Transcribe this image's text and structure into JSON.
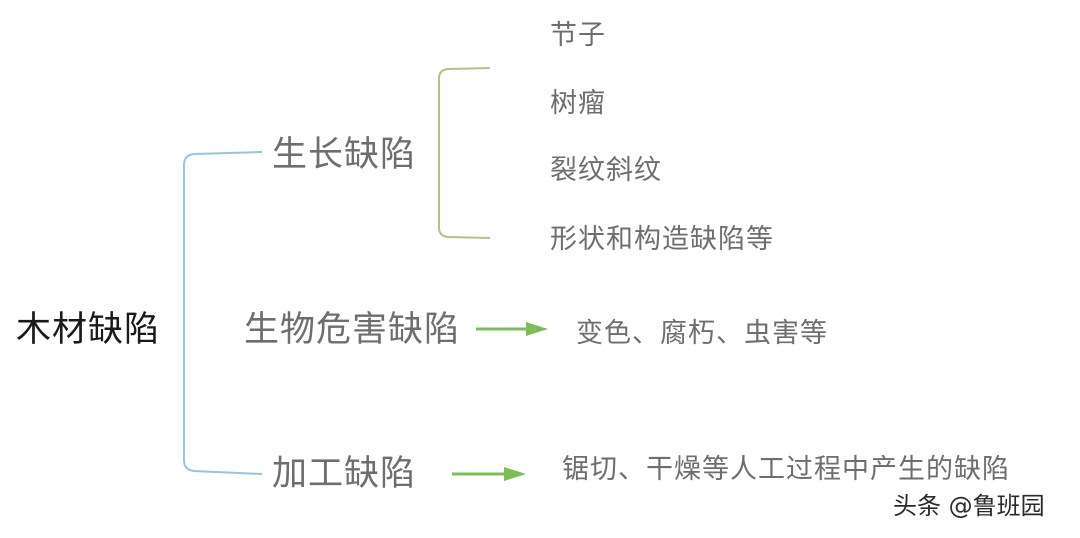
{
  "diagram": {
    "root": {
      "label": "木材缺陷"
    },
    "branches": [
      {
        "label": "生长缺陷",
        "connector_style": "bracket",
        "children": [
          {
            "label": "节子"
          },
          {
            "label": "树瘤"
          },
          {
            "label": "裂纹斜纹"
          },
          {
            "label": "形状和构造缺陷等"
          }
        ]
      },
      {
        "label": "生物危害缺陷",
        "connector_style": "arrow",
        "children": [
          {
            "label": "变色、腐朽、虫害等"
          }
        ]
      },
      {
        "label": "加工缺陷",
        "connector_style": "arrow",
        "children": [
          {
            "label": "锯切、干燥等人工过程中产生的缺陷"
          }
        ]
      }
    ]
  },
  "colors": {
    "root_text": "#1a1a1a",
    "branch_text": "#6e6e6e",
    "root_bracket": "#9cc3dc",
    "growth_bracket": "#b5bf8c",
    "arrow": "#7cbf5a"
  },
  "watermark": {
    "label": "头条 @鲁班园"
  }
}
